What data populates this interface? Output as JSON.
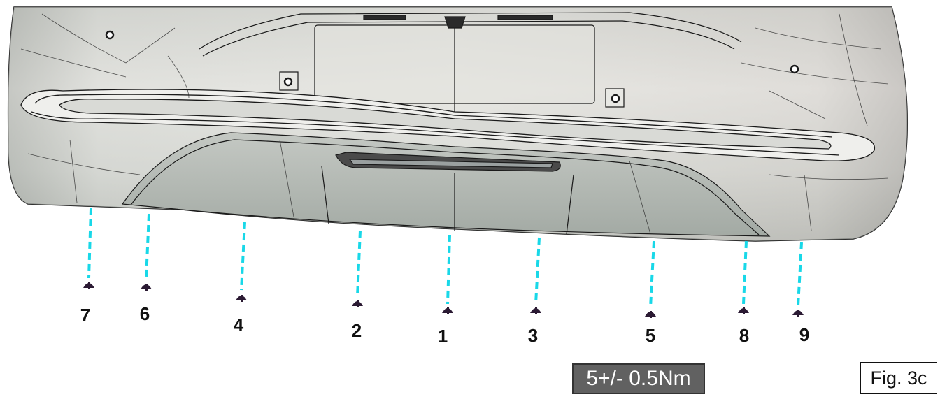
{
  "figure": {
    "label": "Fig. 3c"
  },
  "torque": {
    "value": "5+/- 0.5Nm"
  },
  "screws": [
    {
      "label": "7"
    },
    {
      "label": "6"
    },
    {
      "label": "4"
    },
    {
      "label": "2"
    },
    {
      "label": "1"
    },
    {
      "label": "3"
    },
    {
      "label": "5"
    },
    {
      "label": "8"
    },
    {
      "label": "9"
    }
  ],
  "colors": {
    "bumper_body": "#d6d7d2",
    "bumper_shadow": "#9ea39e",
    "line": "#1a1a1a",
    "guide_line": "#18d8e8",
    "screw_head": "#2b1a33",
    "torque_box_bg": "#616161"
  }
}
